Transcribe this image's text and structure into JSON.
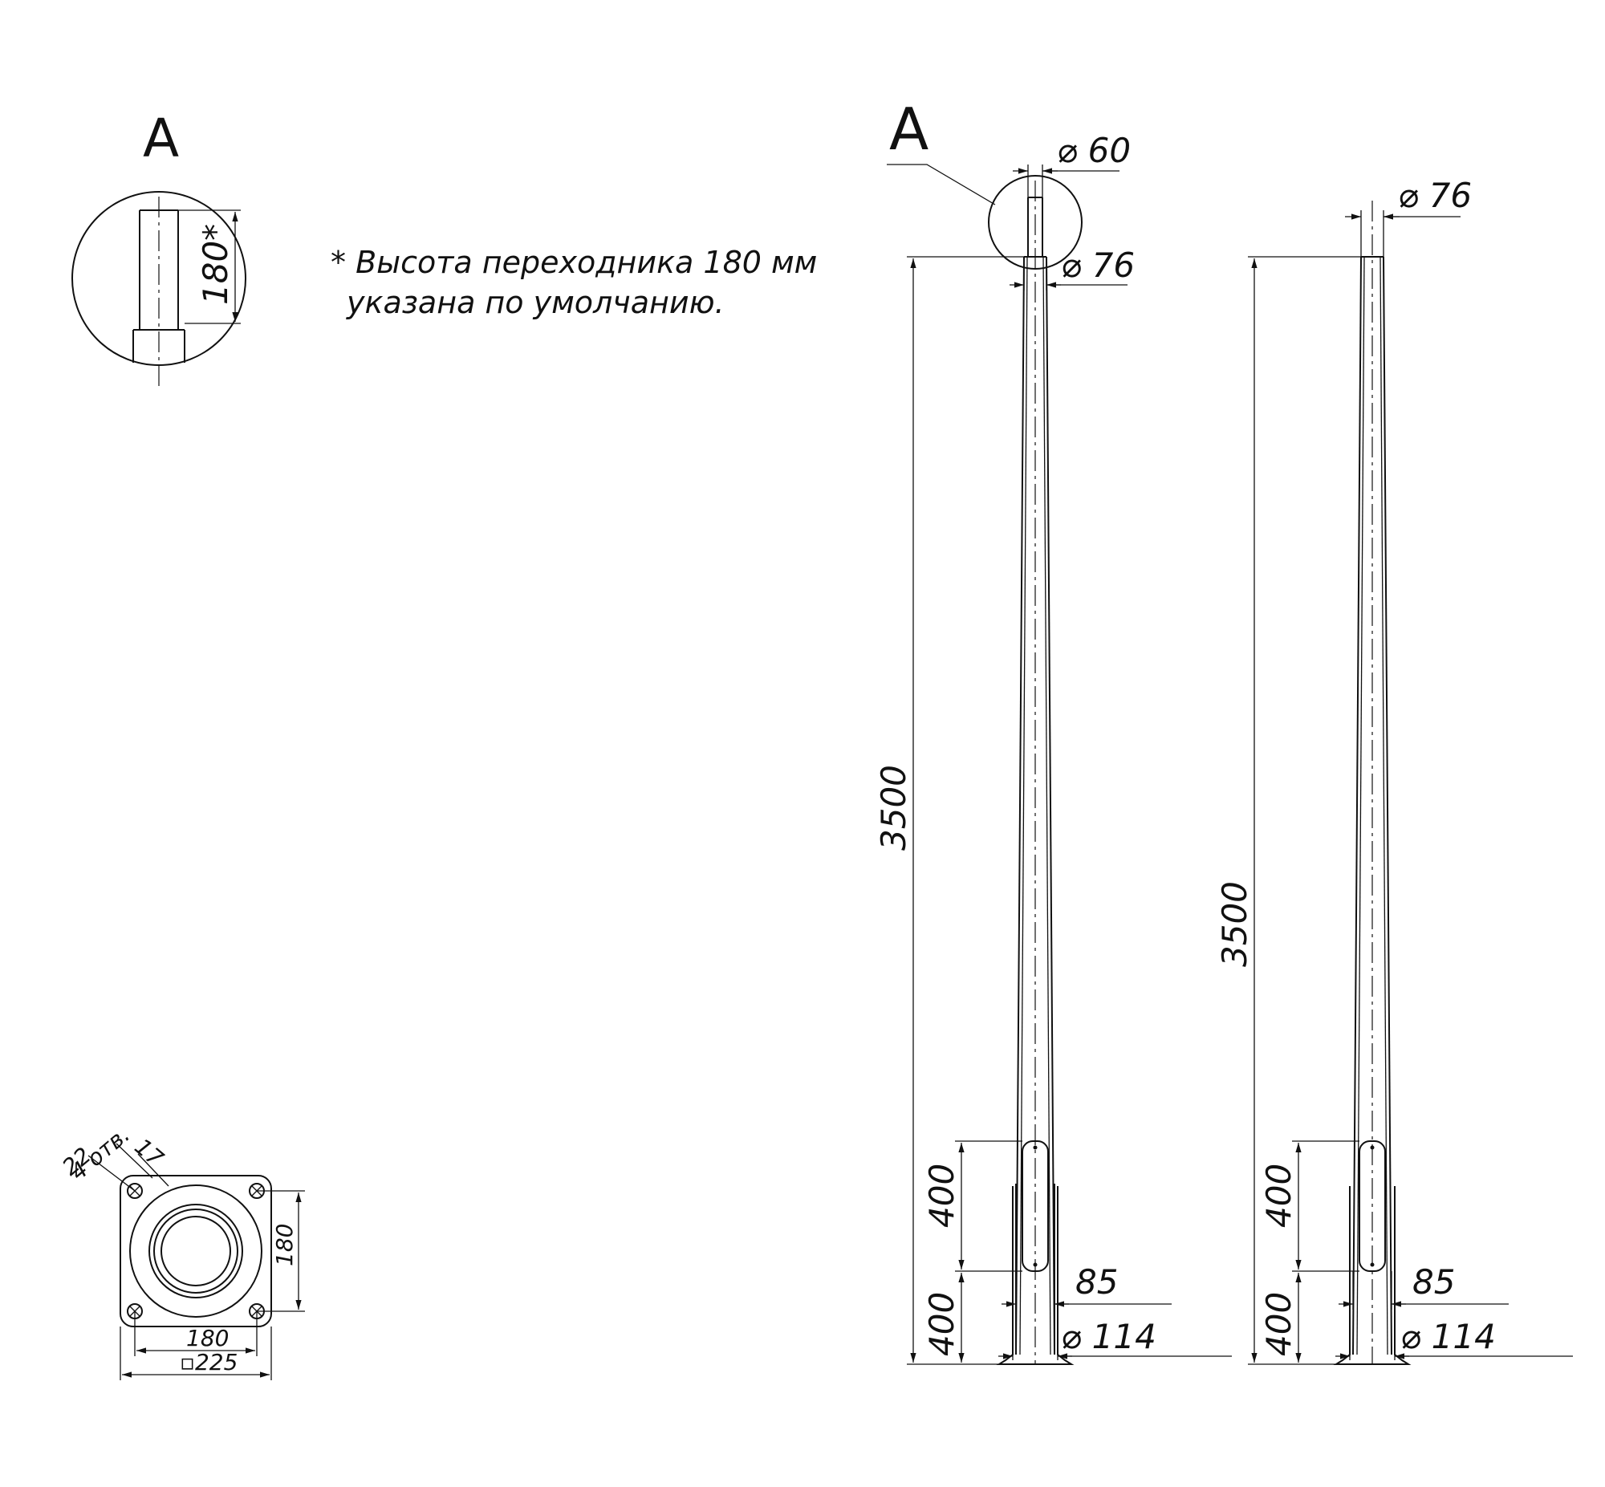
{
  "callout": {
    "view_letter": "A",
    "detail_letter": "A"
  },
  "note": {
    "line1": "* Высота переходника 180 мм",
    "line2": "указана по умолчанию."
  },
  "detail_a": {
    "adapter_height": "180*"
  },
  "pole_with_adapter": {
    "top_diameter": "⌀ 60",
    "shaft_top_diameter": "⌀ 76",
    "height": "3500",
    "hatch_height": "400",
    "hatch_offset": "400",
    "hatch_width": "85",
    "base_diameter": "⌀ 114"
  },
  "pole_plain": {
    "top_diameter": "⌀ 76",
    "height": "3500",
    "hatch_height": "400",
    "hatch_offset": "400",
    "hatch_width": "85",
    "base_diameter": "⌀ 114"
  },
  "flange": {
    "hole_diameter": "22",
    "hole_count": "4 отв.",
    "edge_offset": "17",
    "hole_spacing_vertical": "180",
    "hole_spacing_horizontal": "180",
    "plate_size": "▫225"
  }
}
